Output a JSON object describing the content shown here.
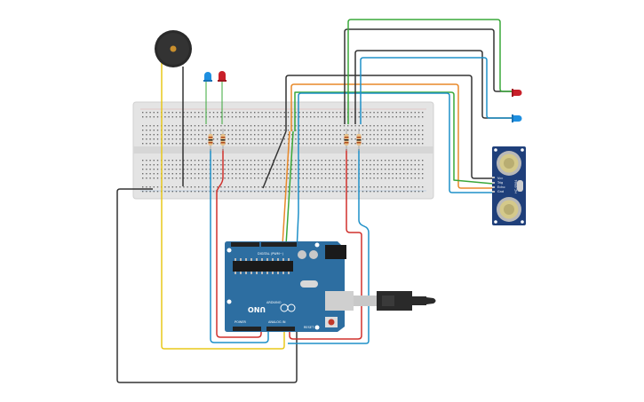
{
  "board": {
    "brand": "ARDUINO",
    "model": "UNO",
    "header_digital": "DIGITAL (PWM~)",
    "header_analog": "ANALOG IN",
    "header_power": "POWER",
    "reset_label": "RESET"
  },
  "sensor": {
    "model": "HC-SR04",
    "pins": [
      "Vcc",
      "Trig",
      "Echo",
      "Gnd"
    ]
  },
  "colors": {
    "wire_black": "#333333",
    "wire_green": "#3aa83a",
    "wire_red": "#d0312d",
    "wire_blue": "#1e90c8",
    "wire_orange": "#e8892a",
    "wire_yellow": "#e8c81a",
    "breadboard": "#e4e4e4",
    "arduino": "#2d6ea1",
    "sensor": "#1f3f7a"
  },
  "components": [
    "piezo-buzzer",
    "blue-led",
    "red-led",
    "resistor",
    "ultrasonic-sensor",
    "arduino-uno",
    "usb-cable"
  ]
}
